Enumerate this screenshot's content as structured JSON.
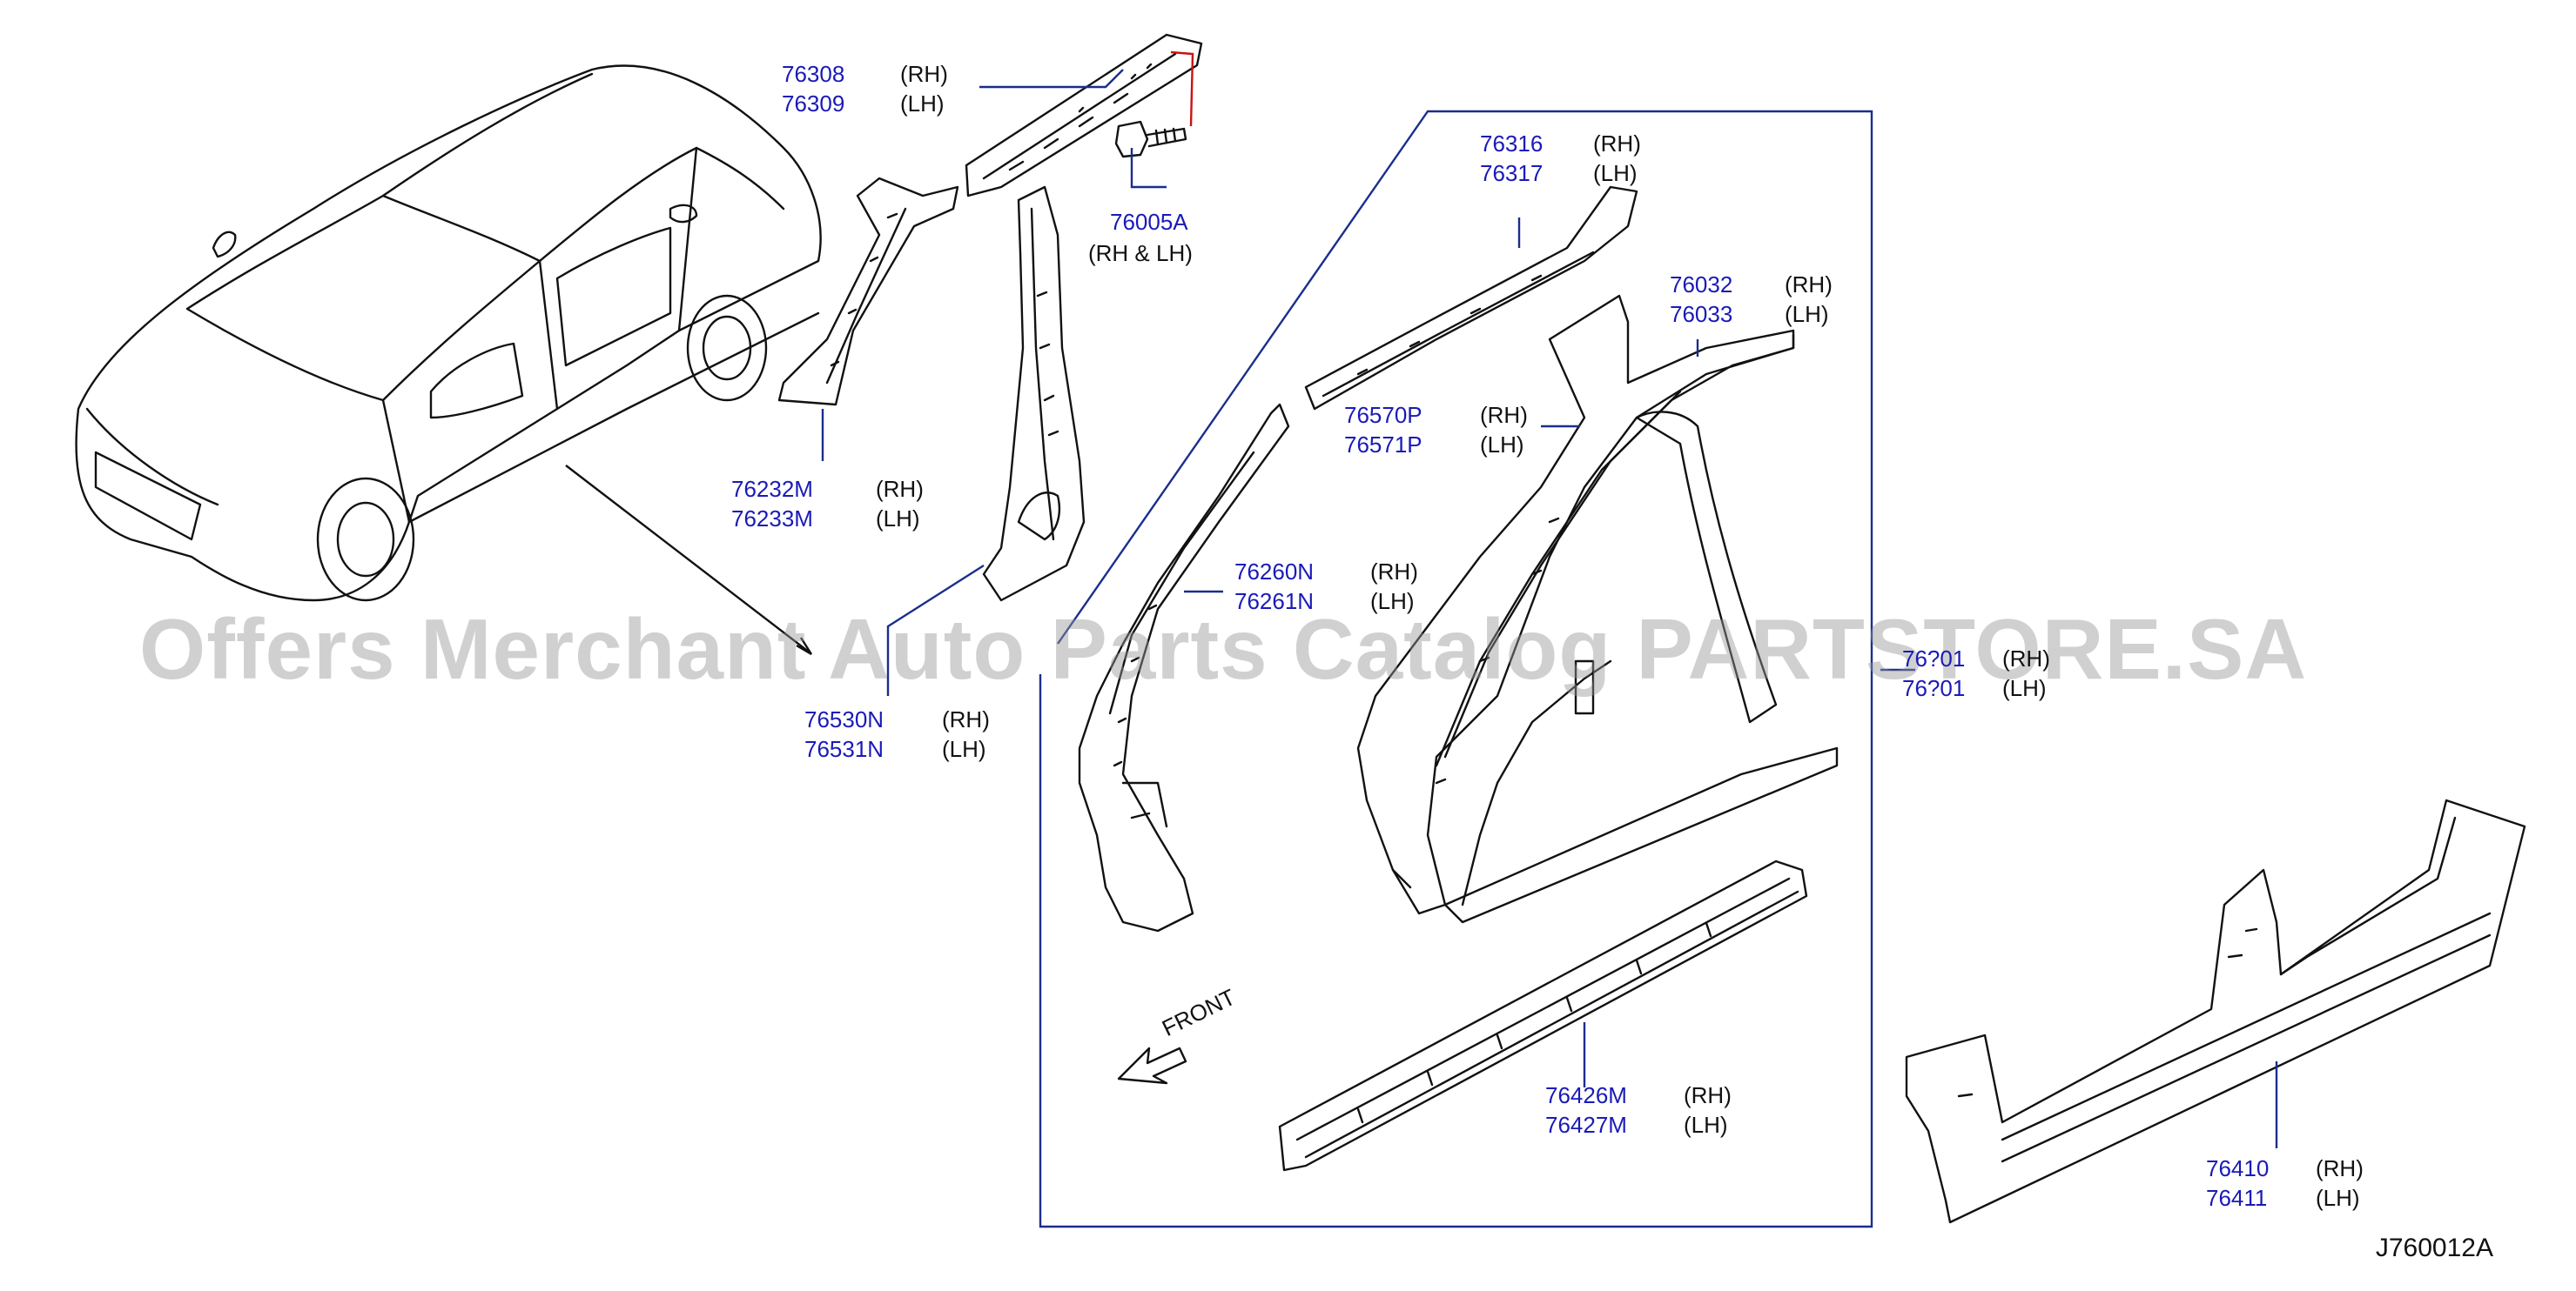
{
  "diagram": {
    "code": "J760012A",
    "front_label": "FRONT",
    "watermark": "Offers Merchant Auto Parts Catalog PARTSTORE.SA"
  },
  "callouts": [
    {
      "id": "roof-rail-outer",
      "parts": [
        "76308",
        "76309"
      ],
      "sides": [
        "(RH)",
        "(LH)"
      ]
    },
    {
      "id": "bolt",
      "parts": [
        "76005A"
      ],
      "sides": [
        "(RH  &  LH)"
      ]
    },
    {
      "id": "front-pillar-upper",
      "parts": [
        "76232M",
        "76233M"
      ],
      "sides": [
        "(RH)",
        "(LH)"
      ]
    },
    {
      "id": "center-pillar-inner",
      "parts": [
        "76530N",
        "76531N"
      ],
      "sides": [
        "(RH)",
        "(LH)"
      ]
    },
    {
      "id": "roof-side-rail",
      "parts": [
        "76316",
        "76317"
      ],
      "sides": [
        "(RH)",
        "(LH)"
      ]
    },
    {
      "id": "body-side-outer",
      "parts": [
        "76032",
        "76033"
      ],
      "sides": [
        "(RH)",
        "(LH)"
      ]
    },
    {
      "id": "reinforcement",
      "parts": [
        "76570P",
        "76571P"
      ],
      "sides": [
        "(RH)",
        "(LH)"
      ]
    },
    {
      "id": "front-pillar-reinf",
      "parts": [
        "76260N",
        "76261N"
      ],
      "sides": [
        "(RH)",
        "(LH)"
      ]
    },
    {
      "id": "partial-hidden",
      "parts": [
        "76?01",
        "76?01"
      ],
      "sides": [
        "(RH)",
        "(LH)"
      ]
    },
    {
      "id": "sill-inner",
      "parts": [
        "76426M",
        "76427M"
      ],
      "sides": [
        "(RH)",
        "(LH)"
      ]
    },
    {
      "id": "sill-outer",
      "parts": [
        "76410",
        "76411"
      ],
      "sides": [
        "(RH)",
        "(LH)"
      ]
    }
  ]
}
